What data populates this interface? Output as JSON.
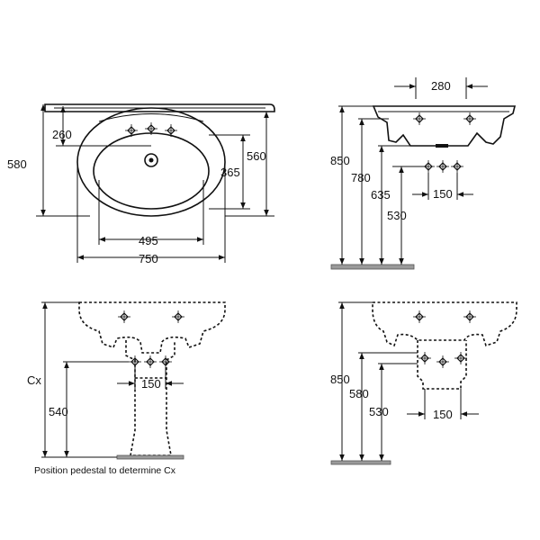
{
  "labels": {
    "top_width": "280",
    "depth_260": "260",
    "depth_580": "580",
    "depth_560": "560",
    "depth_365": "365",
    "width_495": "495",
    "width_750": "750",
    "h_850_a": "850",
    "h_780": "780",
    "h_635": "635",
    "h_530_a": "530",
    "tap_150_a": "150",
    "cx": "Cx",
    "h_540": "540",
    "tap_150_b": "150",
    "h_850_b": "850",
    "h_580": "580",
    "h_530_b": "530",
    "tap_150_c": "150",
    "note": "Position pedestal to determine Cx"
  }
}
